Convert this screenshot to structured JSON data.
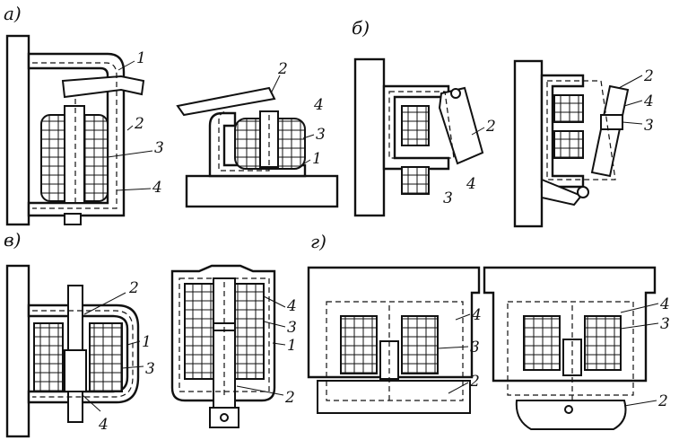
{
  "sections": {
    "a": "а)",
    "b": "б)",
    "v": "в)",
    "g": "г)"
  },
  "labels": {
    "n1": "1",
    "n2": "2",
    "n3": "3",
    "n4": "4"
  },
  "colors": {
    "ink": "#111111",
    "paper": "#ffffff"
  }
}
